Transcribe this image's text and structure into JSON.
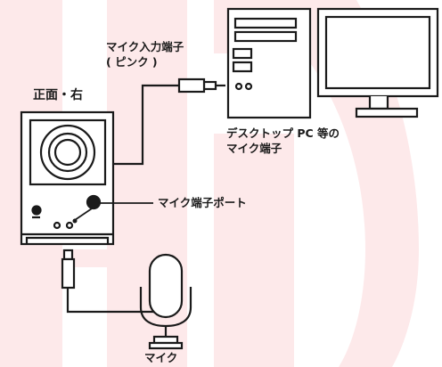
{
  "labels": {
    "mic_input_line1": "マイク入力端子",
    "mic_input_line2": "( ピンク )",
    "speaker_view": "正面・右",
    "pc_terminal_line1": "デスクトップ PC 等の",
    "pc_terminal_line2": "マイク端子",
    "mic_port": "マイク端子ポート",
    "mic": "マイク"
  },
  "colors": {
    "background_mark": "#fde9ea",
    "line": "#1a1a1a",
    "fill": "#ffffff"
  }
}
